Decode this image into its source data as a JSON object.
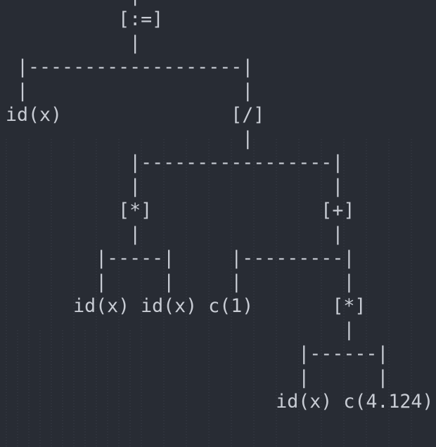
{
  "colors": {
    "background": "#282c34",
    "text": "#c8ccd4",
    "guide": "#3c414b"
  },
  "tree_lines": [
    "           |",
    "          [:=]",
    "           |",
    " |-------------------|",
    " |                   |",
    "id(x)               [/]",
    "                     |",
    "           |-----------------|",
    "           |                 |",
    "          [*]               [+]",
    "           |                 |",
    "        |-----|     |---------|",
    "        |     |     |         |",
    "      id(x) id(x) c(1)       [*]",
    "                              |",
    "                          |------|",
    "                          |      |",
    "                        id(x) c(4.124)"
  ]
}
